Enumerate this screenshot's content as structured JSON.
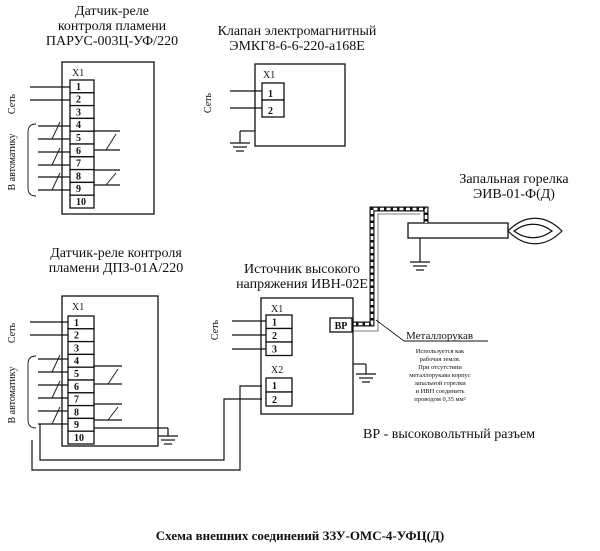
{
  "relay1": {
    "title": [
      "Датчик-реле",
      "контроля пламени",
      "ПАРУС-003Ц-УФ/220"
    ],
    "header": "X1",
    "terminals": [
      "1",
      "2",
      "3",
      "4",
      "5",
      "6",
      "7",
      "8",
      "9",
      "10"
    ],
    "label_net": "Сеть",
    "label_auto": "В автоматику"
  },
  "valve": {
    "title": [
      "Клапан электромагнитный",
      "ЭМКГ8-6-6-220-а168Е"
    ],
    "header": "X1",
    "terminals": [
      "1",
      "2"
    ],
    "label_net": "Сеть"
  },
  "burner": {
    "title": [
      "Запальная горелка",
      "ЭИВ-01-Ф(Д)"
    ]
  },
  "relay2": {
    "title": [
      "Датчик-реле контроля",
      "пламени ДПЗ-01А/220"
    ],
    "header": "X1",
    "terminals": [
      "1",
      "2",
      "3",
      "4",
      "5",
      "6",
      "7",
      "8",
      "9",
      "10"
    ],
    "label_net": "Сеть",
    "label_auto": "В автоматику"
  },
  "source": {
    "title": [
      "Источник высокого",
      "напряжения ИВН-02Е"
    ],
    "header1": "X1",
    "terminals1": [
      "1",
      "2",
      "3"
    ],
    "header2": "X2",
    "terminals2": [
      "1",
      "2"
    ],
    "hv_label": "ВР",
    "label_net": "Сеть"
  },
  "metal_sleeve": {
    "label": "Металлорукав",
    "note": [
      "Используется как",
      "рабочая земля.",
      "При отсутствии",
      "металлорукава корпус",
      "запальной горелки",
      "и ИВН соединить",
      "проводом 0,35 мм²"
    ]
  },
  "legend": "ВР - высоковольтный разъем",
  "caption": "Схема внешних соединений ЗЗУ-ОМС-4-УФЦ(Д)"
}
